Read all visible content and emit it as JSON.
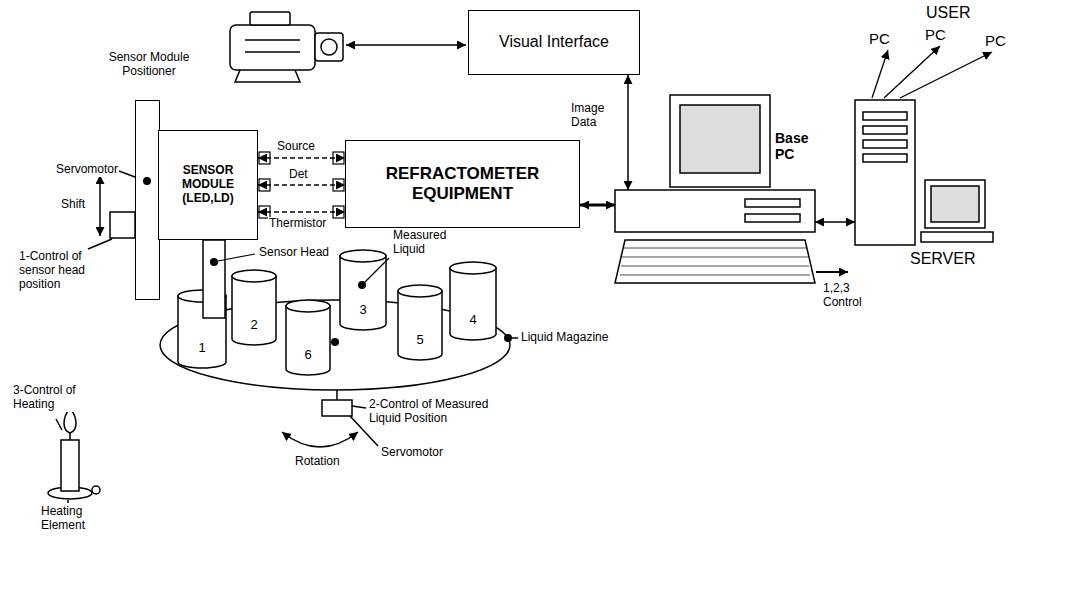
{
  "diagram": {
    "nodes": [
      {
        "text": [
          "Sensor Module Positioner"
        ]
      },
      {
        "text": [
          "SENSOR MODULE (LED,LD)"
        ]
      },
      {
        "text": [
          "REFRACTOMETER EQUIPMENT"
        ]
      },
      {
        "text": [
          "Visual Interface"
        ]
      },
      {
        "text": [
          "Base PC"
        ]
      },
      {
        "text": [
          "SERVER"
        ]
      },
      {
        "text": [
          "1"
        ]
      },
      {
        "text": [
          "2"
        ]
      },
      {
        "text": [
          "3"
        ]
      },
      {
        "text": [
          "4"
        ]
      },
      {
        "text": [
          "5"
        ]
      },
      {
        "text": [
          "6"
        ]
      }
    ],
    "edges": [
      {
        "from": 1,
        "to": 2,
        "label": "Source",
        "arrow": "both"
      },
      {
        "from": 1,
        "to": 2,
        "label": "Det",
        "arrow": "both"
      },
      {
        "from": 1,
        "to": 2,
        "label": "Thermistor",
        "arrow": "both"
      },
      {
        "from": 3,
        "to": 4,
        "label": "Image Data",
        "arrow": "both"
      },
      {
        "from": 2,
        "to": 4,
        "arrow": "both"
      },
      {
        "from": 4,
        "to": 5,
        "arrow": "both"
      }
    ],
    "labels": [
      "Servomotor",
      "Shift",
      "1-Control of sensor head position",
      "Sensor Head",
      "Measured Liquid",
      "Liquid Magazine",
      "2-Control of Measured Liquid Position",
      "Rotation",
      "Servomotor",
      "3-Control of Heating",
      "Heating Element",
      "1,2,3 Control",
      "USER",
      "PC",
      "PC",
      "PC"
    ]
  }
}
